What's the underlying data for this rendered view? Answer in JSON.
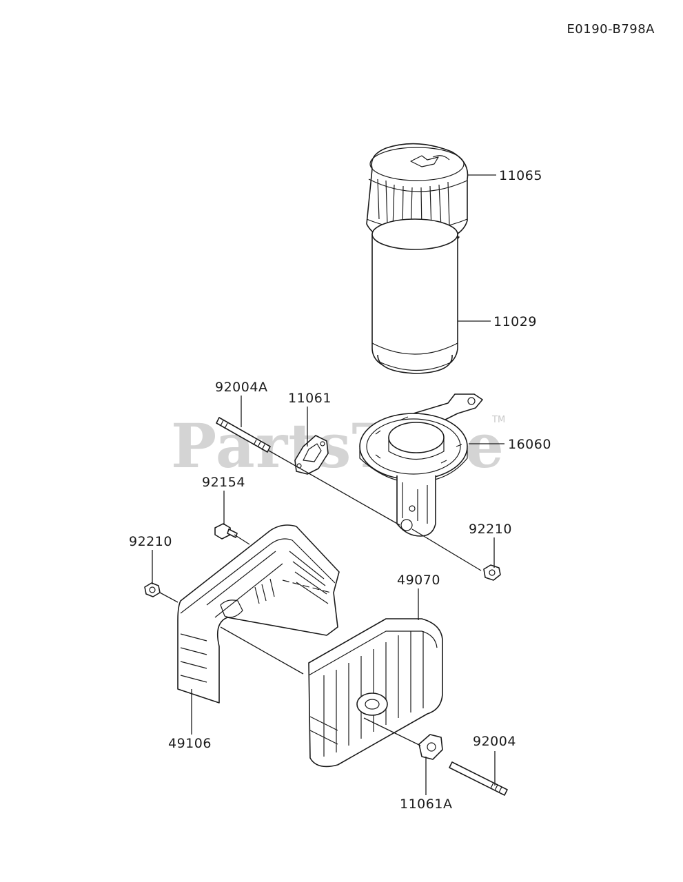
{
  "diagram_code": "E0190-B798A",
  "watermark": {
    "text": "PartsTree",
    "trademark": "TM"
  },
  "parts": [
    {
      "id": "air-cleaner-cover",
      "number": "11065"
    },
    {
      "id": "air-filter-element",
      "number": "11029"
    },
    {
      "id": "air-cleaner-base",
      "number": "16060"
    },
    {
      "id": "stud-bolt-a",
      "number": "92004A"
    },
    {
      "id": "gasket",
      "number": "11061"
    },
    {
      "id": "bolt",
      "number": "92154"
    },
    {
      "id": "nut-right",
      "number": "92210"
    },
    {
      "id": "nut-left",
      "number": "92210"
    },
    {
      "id": "muffler",
      "number": "49070"
    },
    {
      "id": "muffler-cover",
      "number": "49106"
    },
    {
      "id": "stud-bolt",
      "number": "92004"
    },
    {
      "id": "gasket-a",
      "number": "11061A"
    }
  ]
}
